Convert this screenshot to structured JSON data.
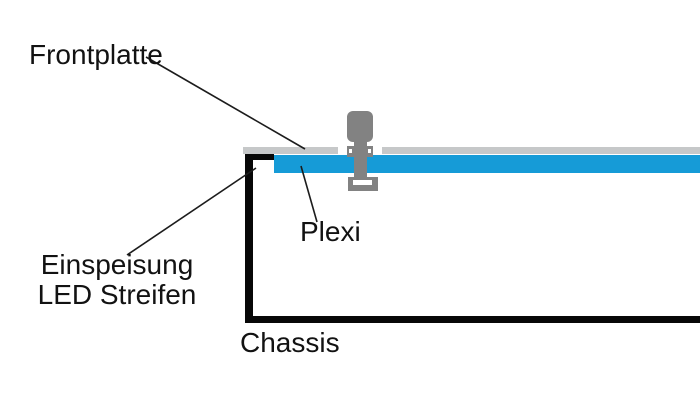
{
  "labels": {
    "frontplatte": "Frontplatte",
    "plexi": "Plexi",
    "feed_line1": "Einspeisung",
    "feed_line2": "LED Streifen",
    "chassis": "Chassis"
  },
  "colors": {
    "background": "#ffffff",
    "front_plate_gray": "#c6c8c9",
    "plexi_blue": "#169bd7",
    "screw_gray": "#828282",
    "chassis_black": "#070707",
    "leader_line": "#1c1c1c",
    "text": "#121212"
  }
}
